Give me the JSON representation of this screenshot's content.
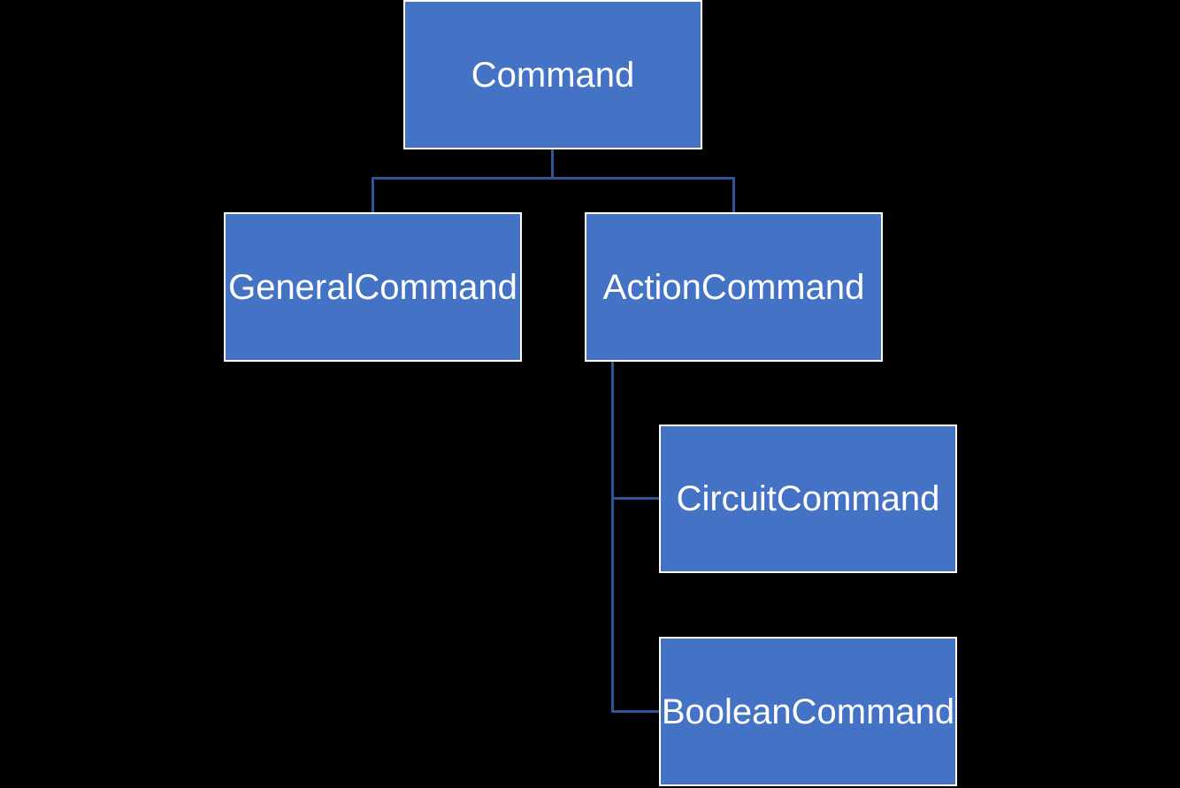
{
  "diagram": {
    "type": "hierarchy",
    "colors": {
      "background": "#000000",
      "node_fill": "#4472C4",
      "node_border": "#FFFFFF",
      "connector": "#2F5597",
      "text": "#FFFFFF"
    },
    "nodes": [
      {
        "id": "command",
        "label": "Command"
      },
      {
        "id": "general",
        "label": "GeneralCommand"
      },
      {
        "id": "action",
        "label": "ActionCommand"
      },
      {
        "id": "circuit",
        "label": "CircuitCommand"
      },
      {
        "id": "boolean",
        "label": "BooleanCommand"
      }
    ],
    "hierarchy": {
      "root": "Command",
      "children": [
        {
          "label": "GeneralCommand",
          "children": []
        },
        {
          "label": "ActionCommand",
          "children": [
            {
              "label": "CircuitCommand"
            },
            {
              "label": "BooleanCommand"
            }
          ]
        }
      ]
    }
  }
}
